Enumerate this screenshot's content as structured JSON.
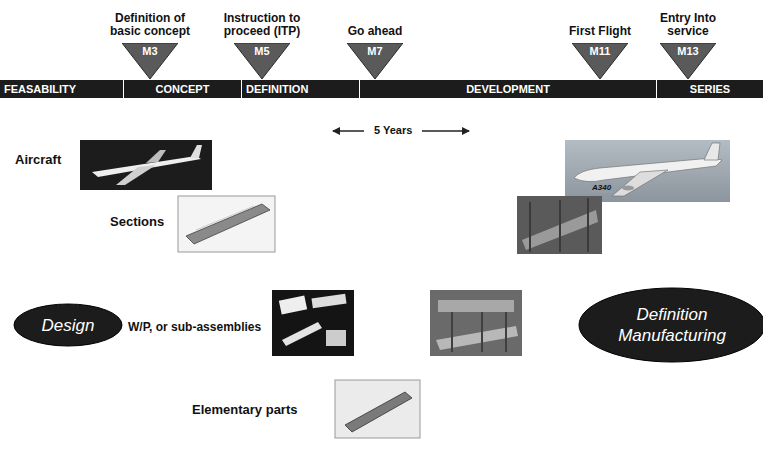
{
  "diagram": {
    "nodes": [
      {
        "text": [
          "Definition of basic concept",
          "M3"
        ]
      },
      {
        "text": [
          "Instruction to proceed (ITP)",
          "M5"
        ]
      },
      {
        "text": [
          "Go ahead",
          "M7"
        ]
      },
      {
        "text": [
          "First Flight",
          "M11"
        ]
      },
      {
        "text": [
          "Entry Into service",
          "M13"
        ]
      },
      {
        "text": [
          "FEASABILITY"
        ]
      },
      {
        "text": [
          "CONCEPT"
        ]
      },
      {
        "text": [
          "DEFINITION"
        ]
      },
      {
        "text": [
          "DEVELOPMENT"
        ]
      },
      {
        "text": [
          "SERIES"
        ]
      },
      {
        "text": [
          "Design"
        ]
      },
      {
        "text": [
          "Definition Manufacturing"
        ]
      }
    ],
    "labels": [
      "5 Years",
      "Aircraft",
      "Sections",
      "W/P, or sub-assemblies",
      "Elementary parts",
      "A340"
    ]
  }
}
